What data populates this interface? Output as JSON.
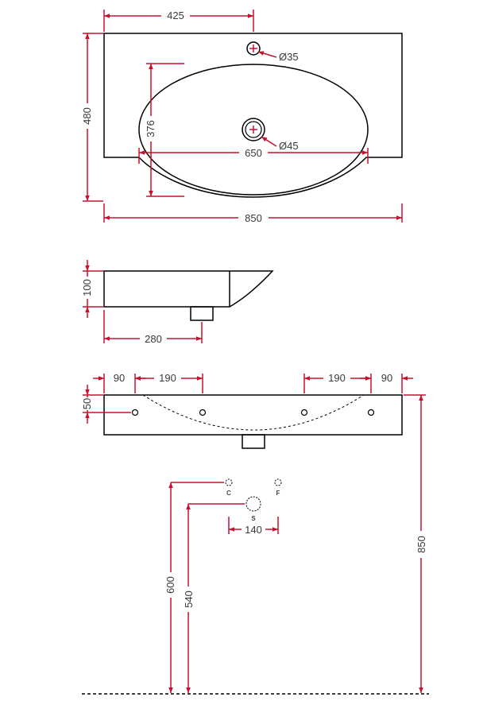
{
  "colors": {
    "dimension": "#c8102e",
    "outline": "#000000",
    "text": "#3a3a3a"
  },
  "top_view": {
    "overall_width": "850",
    "overall_depth": "480",
    "tap_hole_offset": "425",
    "bowl_width": "650",
    "bowl_depth": "376",
    "tap_hole_diameter": "Ø35",
    "drain_diameter": "Ø45"
  },
  "side_view": {
    "height": "100",
    "drain_offset": "280"
  },
  "front_view": {
    "edge_left": "90",
    "spacing_left": "190",
    "spacing_right": "190",
    "edge_right": "90",
    "hole_height": "50"
  },
  "installation": {
    "cold_label": "C",
    "hot_label": "F",
    "drain_label": "S",
    "supply_spacing": "140",
    "supply_height": "600",
    "drain_height": "540",
    "top_height": "850"
  }
}
